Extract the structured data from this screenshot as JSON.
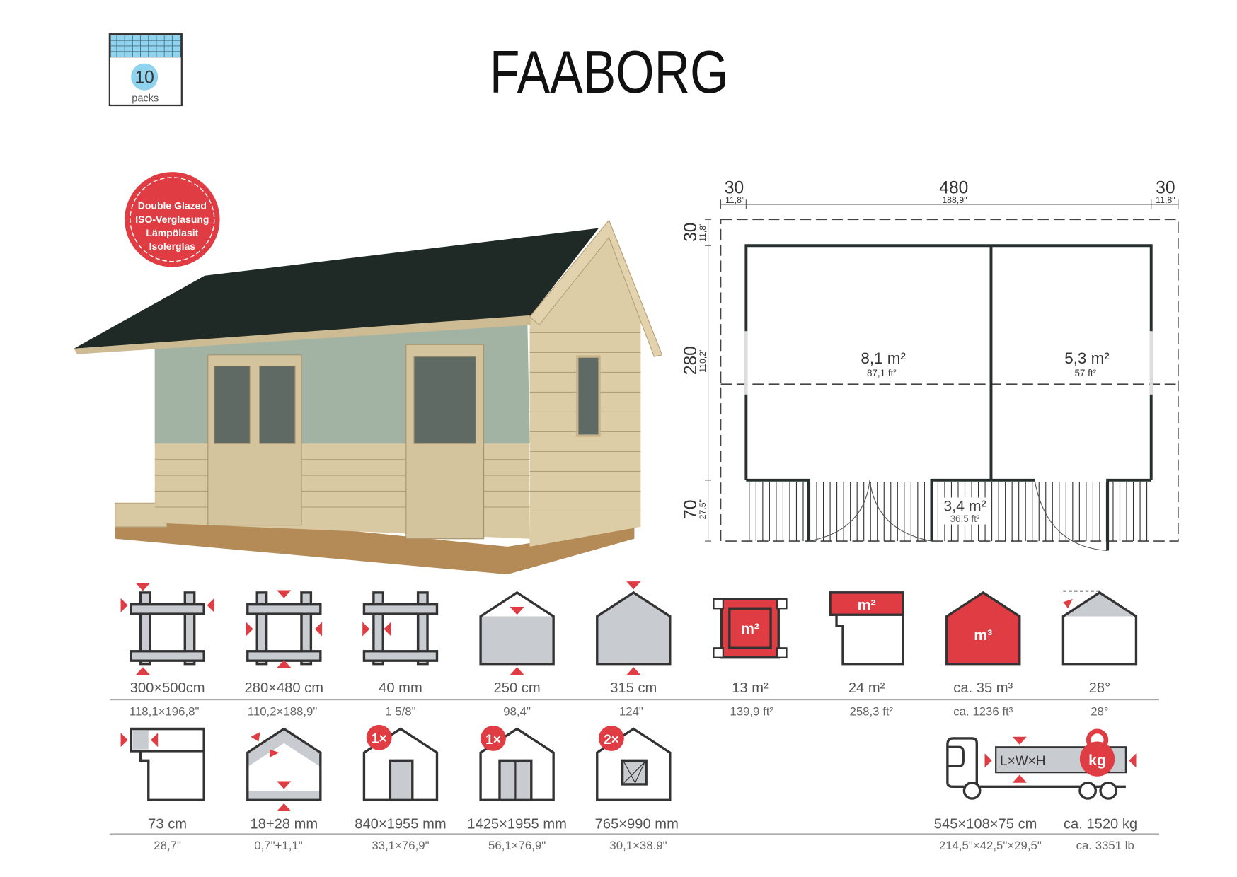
{
  "title": "FAABORG",
  "packs": {
    "count": "10",
    "label": "packs"
  },
  "badge": {
    "lines": [
      "Double Glazed",
      "ISO-Verglasung",
      "Lämpölasit",
      "Isolerglas"
    ]
  },
  "colors": {
    "accent": "#e03c43",
    "grey": "#c8cbd0",
    "dark": "#27302e",
    "pack_blue": "#8fd3ef"
  },
  "plan": {
    "top_dims": [
      {
        "cm": "30",
        "inch": "11,8\""
      },
      {
        "cm": "480",
        "inch": "188,9\""
      },
      {
        "cm": "30",
        "inch": "11,8\""
      }
    ],
    "side_dims": [
      {
        "cm": "30",
        "inch": "11,8\""
      },
      {
        "cm": "280",
        "inch": "110,2\""
      },
      {
        "cm": "70",
        "inch": "27,5\""
      }
    ],
    "rooms": [
      {
        "area": "8,1 m²",
        "imperial": "87,1 ft²"
      },
      {
        "area": "5,3 m²",
        "imperial": "57 ft²"
      },
      {
        "area": "3,4 m²",
        "imperial": "36,5 ft²"
      }
    ]
  },
  "icon_labels": {
    "m2": "m²",
    "m3": "m³",
    "lwh": "L×W×H",
    "kg": "kg",
    "one": "1×",
    "two": "2×"
  },
  "specs": {
    "row1": [
      {
        "value": "300×500cm",
        "sub": "118,1×196,8\""
      },
      {
        "value": "280×480 cm",
        "sub": "110,2×188,9\""
      },
      {
        "value": "40 mm",
        "sub": "1  5/8\""
      },
      {
        "value": "250 cm",
        "sub": "98,4\""
      },
      {
        "value": "315 cm",
        "sub": "124\""
      },
      {
        "value": "13 m²",
        "sub": "139,9 ft²"
      },
      {
        "value": "24 m²",
        "sub": "258,3 ft²"
      },
      {
        "value": "ca. 35 m³",
        "sub": "ca. 1236 ft³"
      },
      {
        "value": "28°",
        "sub": "28°"
      }
    ],
    "row2": [
      {
        "value": "73 cm",
        "sub": "28,7\""
      },
      {
        "value": "18+28 mm",
        "sub": "0,7\"+1,1\""
      },
      {
        "value": "840×1955 mm",
        "sub": "33,1×76,9\""
      },
      {
        "value": "1425×1955 mm",
        "sub": "56,1×76,9\""
      },
      {
        "value": "765×990 mm",
        "sub": "30,1×38.9\""
      },
      {
        "value": "545×108×75 cm",
        "sub": "214,5\"×42,5\"×29,5\""
      },
      {
        "value": "ca. 1520 kg",
        "sub": "ca. 3351 lb"
      }
    ]
  }
}
